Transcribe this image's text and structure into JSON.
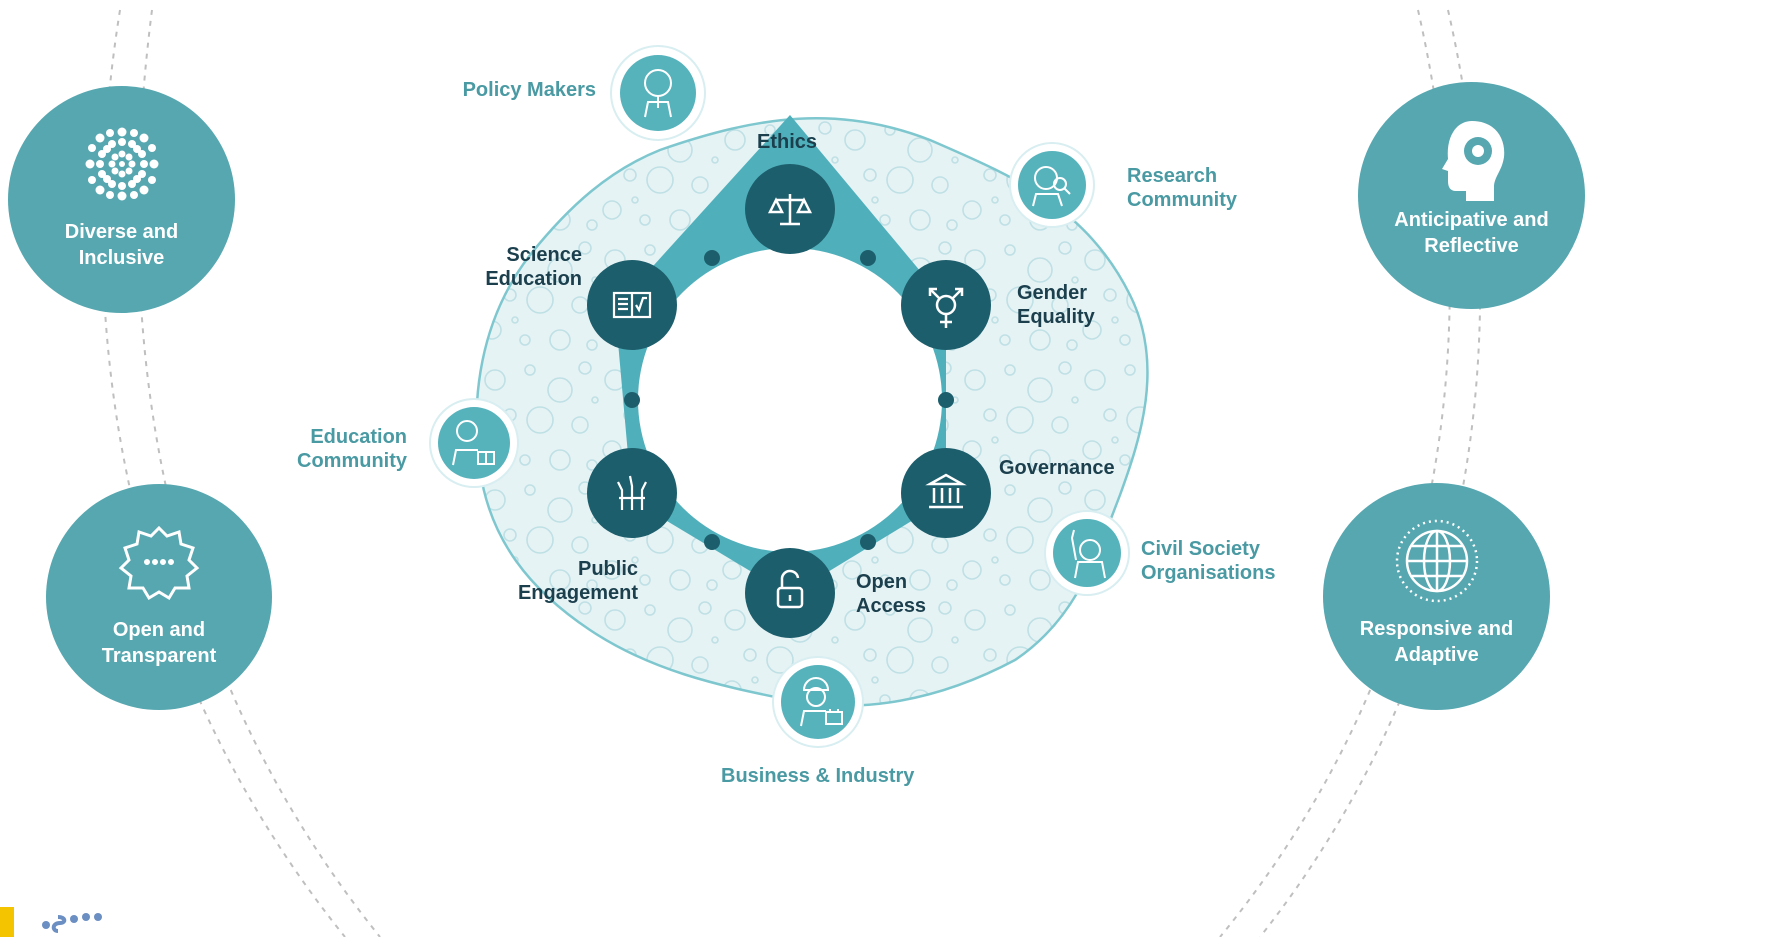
{
  "pillars": {
    "diverse": "Diverse and Inclusive",
    "open": "Open and Transparent",
    "anticipative": "Anticipative and Reflective",
    "responsive": "Responsive and Adaptive"
  },
  "keys": {
    "ethics": "Ethics",
    "gender_l1": "Gender",
    "gender_l2": "Equality",
    "governance": "Governance",
    "open_access_l1": "Open",
    "open_access_l2": "Access",
    "public_l1": "Public",
    "public_l2": "Engagement",
    "science_l1": "Science",
    "science_l2": "Education"
  },
  "stakeholders": {
    "policy_makers": "Policy Makers",
    "research_l1": "Research",
    "research_l2": "Community",
    "education_l1": "Education",
    "education_l2": "Community",
    "civil_l1": "Civil Society",
    "civil_l2": "Organisations",
    "business": "Business & Industry"
  },
  "colors": {
    "pillar_teal": "#56a7b0",
    "key_dark": "#1d5e6c",
    "ring_teal": "#5fb5be",
    "bubble_bg": "#e6f3f5",
    "label_dark": "#1b3f4d",
    "label_teal": "#4a9aa3"
  }
}
